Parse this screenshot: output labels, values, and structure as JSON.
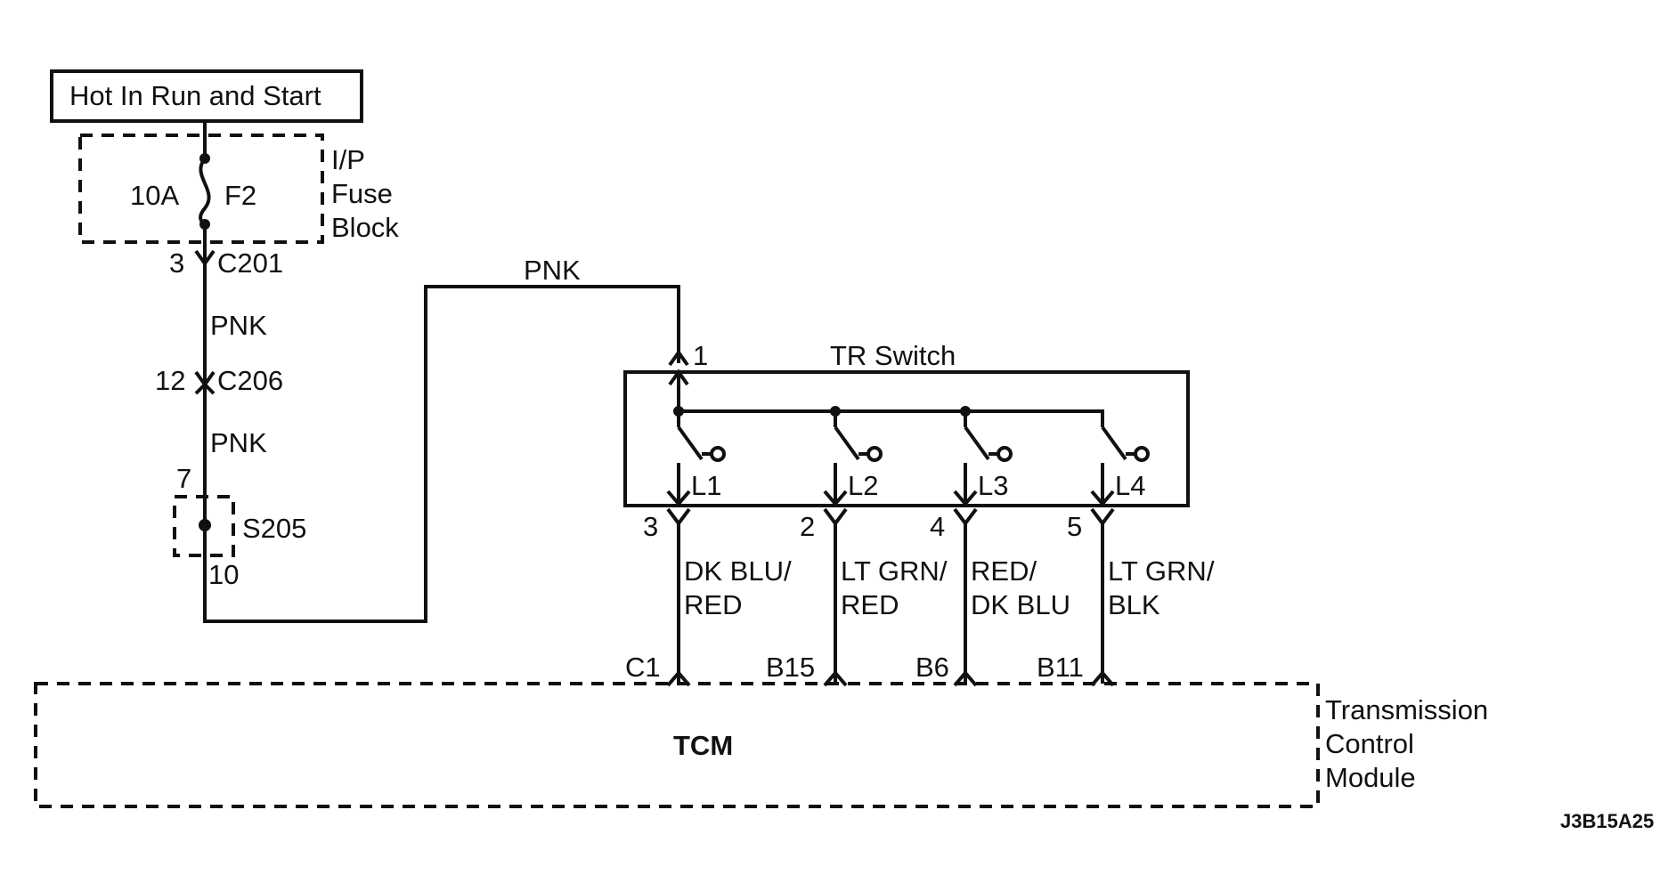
{
  "power_source": {
    "label": "Hot In Run and Start"
  },
  "fuse_block": {
    "name_lines": [
      "I/P",
      "Fuse",
      "Block"
    ],
    "fuse_rating": "10A",
    "fuse_id": "F2"
  },
  "c201": {
    "pin": "3",
    "connector": "C201"
  },
  "wire_pnk_1": "PNK",
  "c206": {
    "pin": "12",
    "connector": "C206"
  },
  "wire_pnk_2": "PNK",
  "splice": {
    "pin_in": "7",
    "id": "S205",
    "pin_out": "10"
  },
  "wire_pnk_top": "PNK",
  "tr_switch": {
    "title": "TR Switch",
    "input_pin": "1",
    "contacts": [
      {
        "id": "L1",
        "pin": "3",
        "wire_color_lines": [
          "DK BLU/",
          "RED"
        ],
        "tcm_pin": "C1"
      },
      {
        "id": "L2",
        "pin": "2",
        "wire_color_lines": [
          "LT GRN/",
          "RED"
        ],
        "tcm_pin": "B15"
      },
      {
        "id": "L3",
        "pin": "4",
        "wire_color_lines": [
          "RED/",
          "DK BLU"
        ],
        "tcm_pin": "B6"
      },
      {
        "id": "L4",
        "pin": "5",
        "wire_color_lines": [
          "LT GRN/",
          "BLK"
        ],
        "tcm_pin": "B11"
      }
    ]
  },
  "tcm": {
    "label": "TCM",
    "name_lines": [
      "Transmission",
      "Control",
      "Module"
    ]
  },
  "figure_id": "J3B15A25"
}
